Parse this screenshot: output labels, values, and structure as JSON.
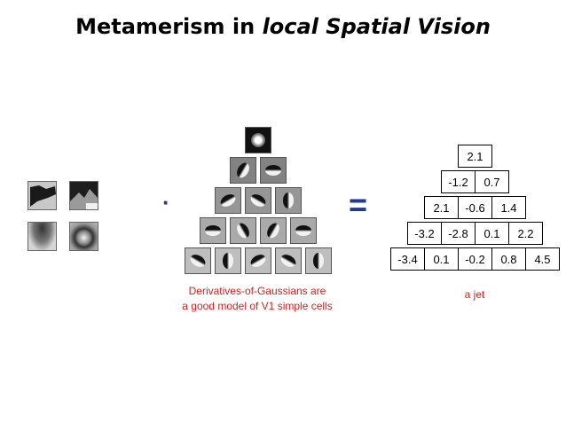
{
  "title": {
    "part1": "Metamerism in ",
    "part2": "local Spatial Vision"
  },
  "operator_dot": "·",
  "operator_equals": "=",
  "filter_pyramid": {
    "rows": [
      1,
      2,
      3,
      4,
      5
    ]
  },
  "jet": {
    "rows": [
      [
        "2.1"
      ],
      [
        "-1.2",
        "0.7"
      ],
      [
        "2.1",
        "-0.6",
        "1.4"
      ],
      [
        "-3.2",
        "-2.8",
        "0.1",
        "2.2"
      ],
      [
        "-3.4",
        "0.1",
        "-0.2",
        "0.8",
        "4.5"
      ]
    ]
  },
  "captions": {
    "filters_line1": "Derivatives-of-Gaussians are",
    "filters_line2": "a good model of V1 simple cells",
    "jet": "a jet"
  },
  "colors": {
    "operator": "#1f3a93",
    "caption": "#cc2222"
  }
}
